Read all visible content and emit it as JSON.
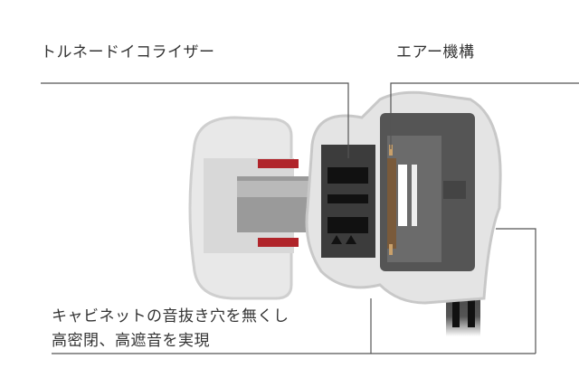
{
  "labels": {
    "tornado_equalizer": "トルネードイコライザー",
    "air_mechanism": "エアー機構",
    "cabinet_line1": "キャビネットの音抜き穴を無くし",
    "cabinet_line2": "高密閉、高遮音を実現"
  },
  "colors": {
    "accent_red": "#b0242a",
    "line": "#555555"
  }
}
